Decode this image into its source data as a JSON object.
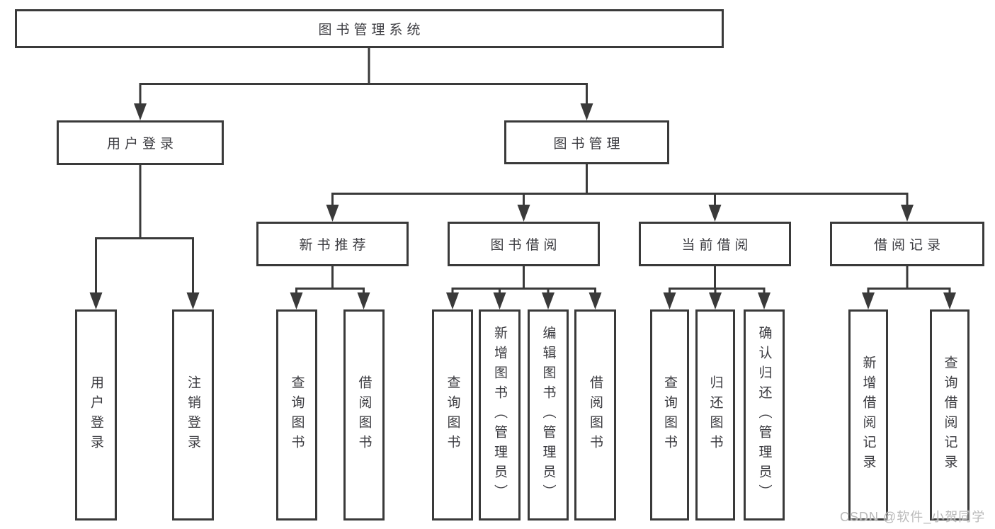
{
  "colors": {
    "line": "#3a3a3a",
    "text": "#3c3c41",
    "watermark": "#b9b9b9",
    "background": "#ffffff"
  },
  "diagram": {
    "root": {
      "label": "图书管理系统"
    },
    "login": {
      "label": "用户登录",
      "children": [
        {
          "label": "用户登录"
        },
        {
          "label": "注销登录"
        }
      ]
    },
    "management": {
      "label": "图书管理",
      "sections": [
        {
          "label": "新书推荐",
          "children": [
            {
              "label": "查询图书"
            },
            {
              "label": "借阅图书"
            }
          ]
        },
        {
          "label": "图书借阅",
          "children": [
            {
              "label": "查询图书"
            },
            {
              "label": "新增图书（管理员）"
            },
            {
              "label": "编辑图书（管理员）"
            },
            {
              "label": "借阅图书"
            }
          ]
        },
        {
          "label": "当前借阅",
          "children": [
            {
              "label": "查询图书"
            },
            {
              "label": "归还图书"
            },
            {
              "label": "确认归还（管理员）"
            }
          ]
        },
        {
          "label": "借阅记录",
          "children": [
            {
              "label": "新增借阅记录"
            },
            {
              "label": "查询借阅记录"
            }
          ]
        }
      ]
    }
  },
  "watermark": {
    "text": "CSDN @软件_小贺同学"
  }
}
